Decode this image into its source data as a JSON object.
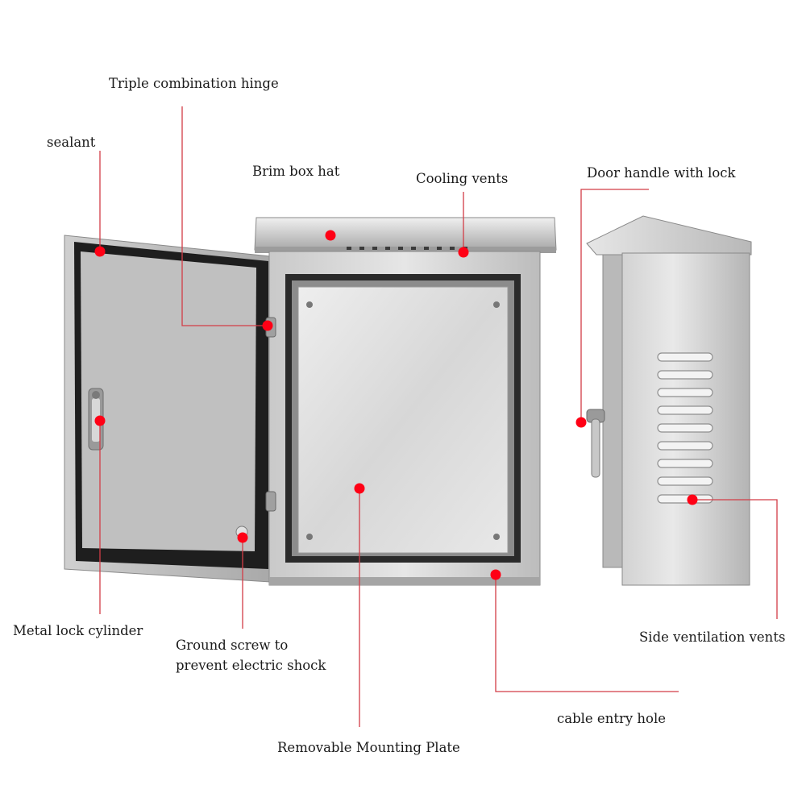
{
  "diagram": {
    "labels": {
      "hinge": "Triple combination hinge",
      "sealant": "sealant",
      "brim_hat": "Brim box hat",
      "cooling_vents": "Cooling vents",
      "door_handle": "Door handle with lock",
      "lock_cylinder": "Metal lock cylinder",
      "ground_screw_1": "Ground screw to",
      "ground_screw_2": "prevent electric shock",
      "mounting_plate": "Removable Mounting Plate",
      "cable_entry": "cable entry hole",
      "side_vents": "Side ventilation vents"
    },
    "colors": {
      "callout_dot": "#ff0015",
      "leader_line": "#d23c46",
      "steel_light": "#e4e4e4",
      "steel_dark": "#9a9a9a",
      "gasket": "#1e1e1e",
      "mounting_plate": "#dcdcdc"
    }
  }
}
